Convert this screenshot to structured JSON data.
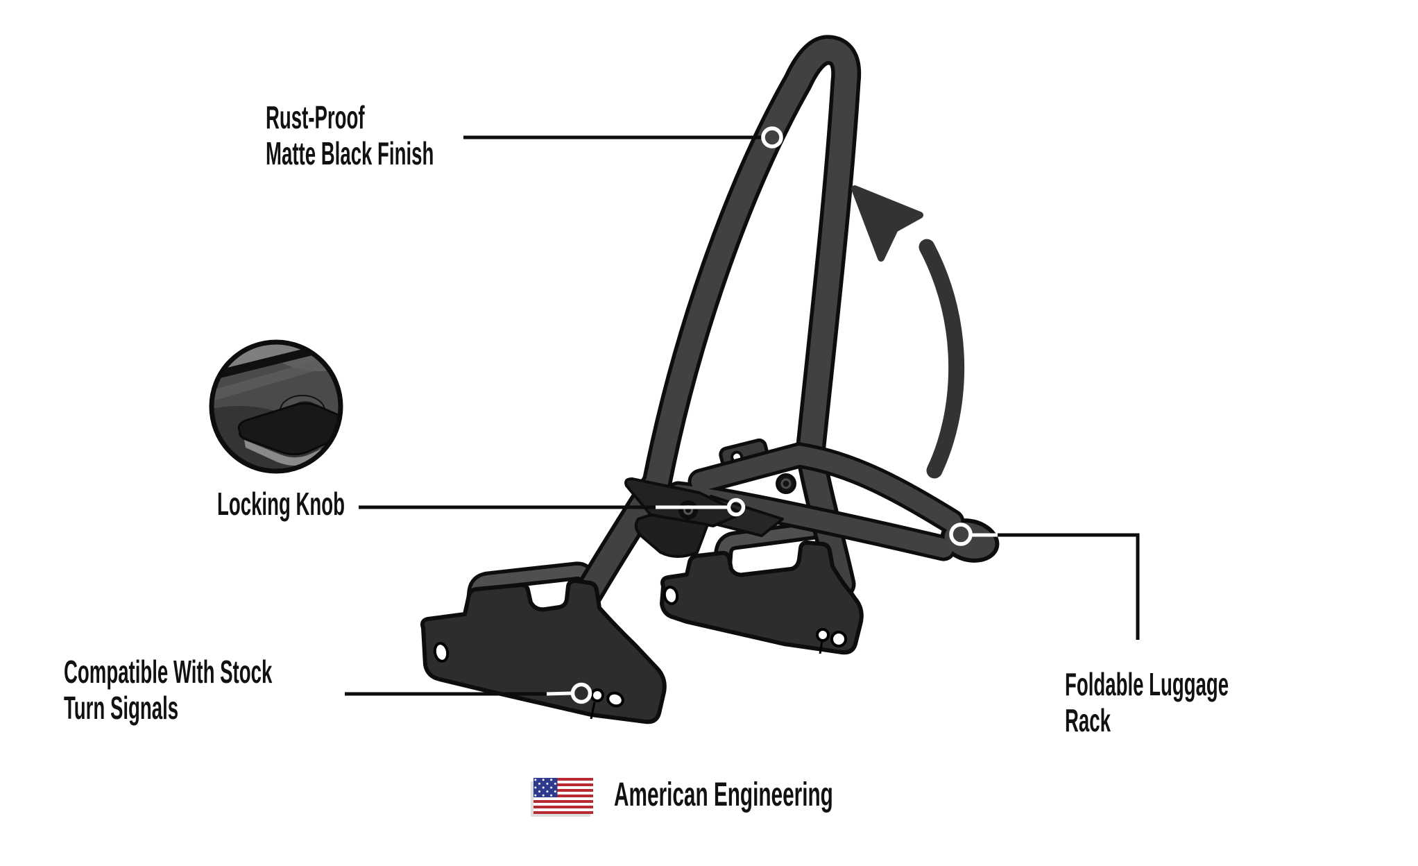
{
  "diagram": {
    "title": "Foldable sissy bar luggage rack callout diagram",
    "callouts": {
      "finish": {
        "line1": "Rust-Proof",
        "line2": "Matte Black Finish"
      },
      "locking_knob": {
        "line1": "Locking Knob"
      },
      "turn_signals": {
        "line1": "Compatible With Stock",
        "line2": "Turn Signals"
      },
      "luggage_rack": {
        "line1": "Foldable Luggage",
        "line2": "Rack"
      }
    },
    "footer": {
      "label": "American Engineering",
      "flag_icon": "us-flag-icon"
    },
    "colors": {
      "tube": "#414141",
      "tube_outline": "#0d0d0d",
      "bracket_plate": "#2d2d2d",
      "docking_handle": "#4f4f4f",
      "clamp_dark": "#1f1f1f",
      "arrow": "#333333",
      "leader_line": "#0d0d0d",
      "marker_ring": "#ffffff",
      "flag_red": "#b92b32",
      "flag_blue": "#2e3a8c",
      "text": "#111111"
    }
  }
}
